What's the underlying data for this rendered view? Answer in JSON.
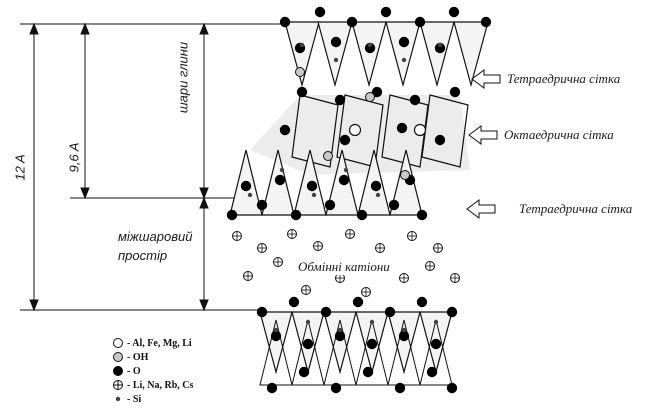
{
  "dimensions": {
    "left": "12 A",
    "middle": "9,6 A",
    "clay_layers": "шари глини",
    "interlayer": [
      "міжшаровий",
      "простір"
    ]
  },
  "labels": {
    "tetra_top": "Тетраедрична сітка",
    "octa": "Октаедрична сітка",
    "tetra_bottom": "Тетраедрична сітка",
    "cations": "Обмінні катіони"
  },
  "legend": [
    {
      "symbol": "open-circle",
      "text": "- Al, Fe, Mg, Li"
    },
    {
      "symbol": "grey-circle",
      "text": "- OH"
    },
    {
      "symbol": "black-circle",
      "text": "- O"
    },
    {
      "symbol": "crossed-circle",
      "text": "- Li, Na, Rb, Cs"
    },
    {
      "symbol": "small-dot",
      "text": "- Si"
    }
  ],
  "colors": {
    "line": "#111111",
    "oxygen": "#000000",
    "hydroxyl": "#c8c8c8",
    "octahedral_shade": "#e6e6e6"
  }
}
